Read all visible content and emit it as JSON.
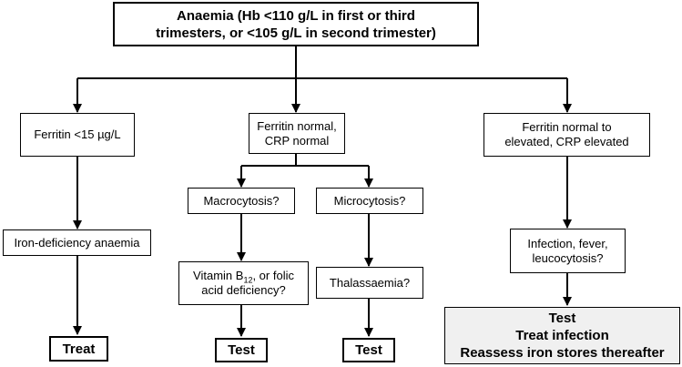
{
  "nodes": {
    "root": {
      "lines": [
        "Anaemia (Hb <110 g/L in first or third",
        "trimesters, or <105 g/L in second trimester)"
      ]
    },
    "ferritin_low": {
      "lines": [
        "Ferritin <15 µg/L"
      ]
    },
    "ferritin_normal": {
      "lines": [
        "Ferritin normal,",
        "CRP normal"
      ]
    },
    "ferritin_elevated": {
      "lines": [
        "Ferritin normal to",
        "elevated, CRP elevated"
      ]
    },
    "macrocytosis": {
      "lines": [
        "Macrocytosis?"
      ]
    },
    "microcytosis": {
      "lines": [
        "Microcytosis?"
      ]
    },
    "iron_deficiency": {
      "lines": [
        "Iron-deficiency anaemia"
      ]
    },
    "vitamin": {
      "line1_pre": "Vitamin B",
      "line1_sub": "12",
      "line1_post": ", or folic",
      "line2": "acid deficiency?"
    },
    "thalassaemia": {
      "lines": [
        "Thalassaemia?"
      ]
    },
    "infection": {
      "lines": [
        "Infection, fever,",
        "leucocytosis?"
      ]
    },
    "treat": {
      "lines": [
        "Treat"
      ]
    },
    "test_vitamin": {
      "lines": [
        "Test"
      ]
    },
    "test_thal": {
      "lines": [
        "Test"
      ]
    },
    "final": {
      "lines": [
        "Test",
        "Treat infection",
        "Reassess iron stores thereafter"
      ]
    }
  },
  "colors": {
    "line": "#000000",
    "final_fill": "#f0f0f0"
  }
}
